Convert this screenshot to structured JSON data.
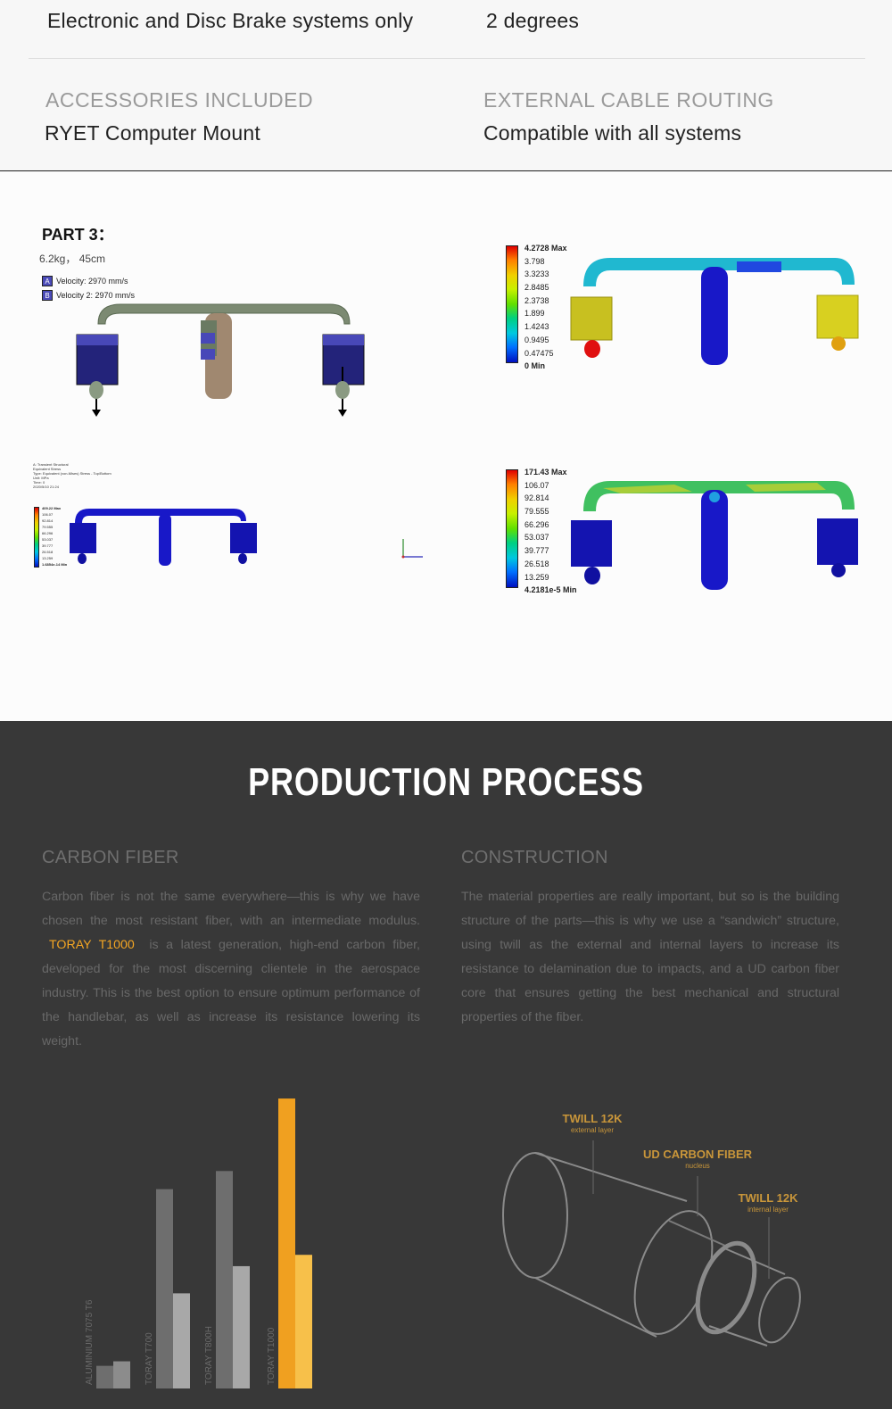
{
  "specs": {
    "row1": {
      "left_value": "Electronic and Disc Brake systems only",
      "right_value": "2 degrees"
    },
    "row2": {
      "left_label": "ACCESSORIES INCLUDED",
      "left_value": "RYET Computer Mount",
      "right_label": "EXTERNAL CABLE ROUTING",
      "right_value": "Compatible with all systems"
    }
  },
  "simulation": {
    "title": "PART 3：",
    "subtitle": "6.2kg， 45cm",
    "velocity_a_tag": "A",
    "velocity_a": "Velocity: 2970 mm/s",
    "velocity_b_tag": "B",
    "velocity_b": "Velocity 2: 2970 mm/s",
    "legend1": [
      "4.2728 Max",
      "3.798",
      "3.3233",
      "2.8485",
      "2.3738",
      "1.899",
      "1.4243",
      "0.9495",
      "0.47475",
      "0 Min"
    ],
    "legend2": [
      "171.43 Max",
      "106.07",
      "92.814",
      "79.555",
      "66.296",
      "53.037",
      "39.777",
      "26.518",
      "13.259",
      "4.2181e-5 Min"
    ],
    "small_header": [
      "A: Transient Structural",
      "Equivalent Stress",
      "Type: Equivalent (von-Mises) Stress - Top/Bottom",
      "Unit: MPa",
      "Time: 0",
      "2020/5/10 21:24"
    ],
    "small_legend": [
      "409.22 Max",
      "106.07",
      "92.814",
      "79.555",
      "66.296",
      "53.037",
      "39.777",
      "26.518",
      "13.259",
      "1.6854e-14 Min"
    ],
    "colors": {
      "handlebar_gray": "#7c8a72",
      "blue_block": "#23237a",
      "stress_blue": "#1818c8",
      "deform_yellow": "#d8d020"
    }
  },
  "production": {
    "title": "PRODUCTION PROCESS",
    "carbon": {
      "heading": "CARBON FIBER",
      "text_before": "Carbon fiber is not the same everywhere—this is why we have chosen the most resistant fiber, with an intermediate modulus.",
      "highlight": "TORAY T1000",
      "text_after": "is a latest generation, high-end carbon fiber, developed for the most discerning clientele in the aerospace industry. This is the best option to ensure optimum performance of the handlebar, as well as increase its resistance lowering its weight."
    },
    "construction": {
      "heading": "CONSTRUCTION",
      "text": "The material properties are really important, but so is the building structure of the parts—this is why we use a “sandwich” structure, using twill as the external and internal layers to increase its resistance to delamination due to impacts, and a UD carbon fiber core that ensures getting the best mechanical and structural properties of the fiber."
    },
    "accent_color": "#f5a623"
  },
  "chart_data": {
    "type": "bar",
    "categories": [
      "ALUMINIUM 7075 T6",
      "TORAY T700",
      "TORAY T800H",
      "TORAY T1000"
    ],
    "series": [
      {
        "values": [
          0.1,
          0.88,
          0.96,
          1.28
        ]
      },
      {
        "values": [
          0.12,
          0.42,
          0.54,
          0.59
        ]
      }
    ],
    "colors": [
      [
        "#6e6e6e",
        "#8c8c8c"
      ],
      [
        "#6e6e6e",
        "#a8a8a8"
      ],
      [
        "#6e6e6e",
        "#a8a8a8"
      ],
      [
        "#f0a020",
        "#f7c04a"
      ]
    ],
    "ylim": [
      0,
      1.3
    ],
    "xlabel": "",
    "ylabel": ""
  },
  "diagram": {
    "layers": [
      {
        "name": "TWILL 12K",
        "sub": "external layer"
      },
      {
        "name": "UD CARBON FIBER",
        "sub": "nucleus"
      },
      {
        "name": "TWILL 12K",
        "sub": "internal layer"
      }
    ]
  }
}
